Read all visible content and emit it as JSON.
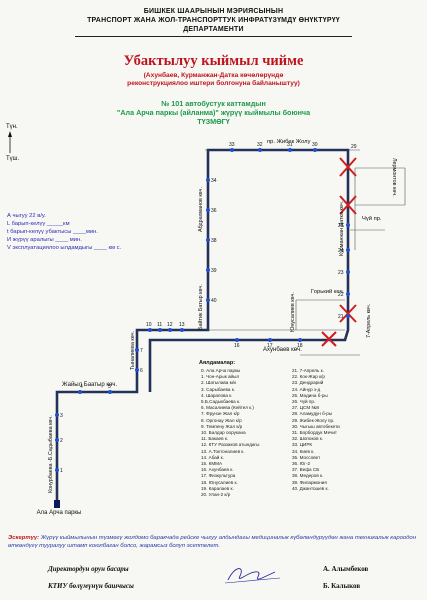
{
  "header": {
    "line1": "БИШКЕК ШААРЫНЫН МЭРИЯСЫНЫН",
    "line2": "ТРАНСПОРТ ЖАНА ЖОЛ-ТРАНСПОРТТУК ИНФРАТҮЗҮМДҮ ӨНҮКТҮРҮҮ",
    "line3": "ДЕПАРТАМЕНТИ"
  },
  "title": "Убактылуу кыймыл чийме",
  "subtitle1": "(Ахунбаев, Курманжан-Датка көчөлөрүндө",
  "subtitle2": "реконструкциялоо иштери болгонуна байланыштуу)",
  "route": {
    "line1": "№ 101 автобустук каттамдын",
    "line2": "\"Ала Арча паркы (айланма)\" жүрүү кыймылы боюнча",
    "line3": "ТҮЗМӨГҮ"
  },
  "info": {
    "line1": "А чыгуу  22  в/у.",
    "line2": "L барып-келүү _____км",
    "line3": "t барып-келүү убактысы ____мин.",
    "line4": "И жүрүү аралыгы ____ мин.",
    "line5": "V эксплуатациялоо ылдамдыгы ____ км с."
  },
  "compass": {
    "north": "Түн.",
    "south": "Түш."
  },
  "streets": {
    "zhibek": "пр. Жибек Жолу",
    "lermontov": "Лермонтов көч.",
    "kurmanjan": "Курманжан Датка көч.",
    "chui": "Чүй пр.",
    "abdrakhmanov": "Абдрахманов көч.",
    "baitik": "Байтик Батыр көч.",
    "gorky": "Горький көч.",
    "yunusaliev": "Юнусалиев көч.",
    "april7": "7-Апрель көч.",
    "akhunbaev": "Ахунбаев көч.",
    "tynalieva": "Тыналиева көч.",
    "zhaiyl": "Жайыл Баатыр көч.",
    "konurbaev": "Конурбаева -Б.Садыбаева көч.",
    "park": "Ала Арча паркы"
  },
  "stops_legend": {
    "title": "Аялдамалар:",
    "col1": [
      "0. Ала Арча паркы",
      "1. Чон-Арык айыл",
      "2. Шатылава м/к",
      "3. Сарыбаева к.",
      "4. Шарапова к.",
      "5.Б.Садыкбаева к.",
      "6. Масалиева (Кейтел к.)",
      "7. Фрунзе Жал к/р",
      "8. Оргонау Жал к/р",
      "9. Темпену Жал к/р",
      "10. Балдар оорукана",
      "11. Бакаев к.",
      "12. КТУ Раззаков атындагы",
      "13. А.Токтоналиев к.",
      "14. Абай к.",
      "15. КММА",
      "16. Ахунбаев к.",
      "17. Физкультура",
      "18. Юнусалиев к.",
      "19. Каралаев к.",
      "20. Улан-2 к/р"
    ],
    "col2": [
      "21. 7-Апрель к.",
      "22. Кок-Жар к/р",
      "23. Дендрарий",
      "24. Айнур з-д",
      "25. Мадина б-ры",
      "26. Чүй пр.",
      "27. ЦСМ №8",
      "28. Аламудун б-ры",
      "29. Жибек-Жолу пр.",
      "30. Чыгыш автобекети",
      "31. Борбордук Мечит",
      "32. Шопоков к.",
      "33. ЦИРК",
      "34. Киев к.",
      "35. Моссовет",
      "36. Юг-2",
      "37. Вефа СБ",
      "38. Медеров к.",
      "39. Филармония",
      "40. Джантошев к."
    ]
  },
  "note_label": "Эскертүү:",
  "note_text": "Жүрүү кыймылынын түзмөгү жолдомо баракчада рейске чыгуу алдындагы медициналык күбөлөндүрүүдөн жана техникалык кароодон өткөндүгү тууралуу штамп коюлбаган болсо, жарамсыз болуп эсептелет.",
  "signatures": {
    "left1": "Директордун орун басары",
    "right1": "А. Алымбеков",
    "left2": "КТИУ бөлүмүнүн башчысы",
    "right2": "Б. Калыков"
  }
}
